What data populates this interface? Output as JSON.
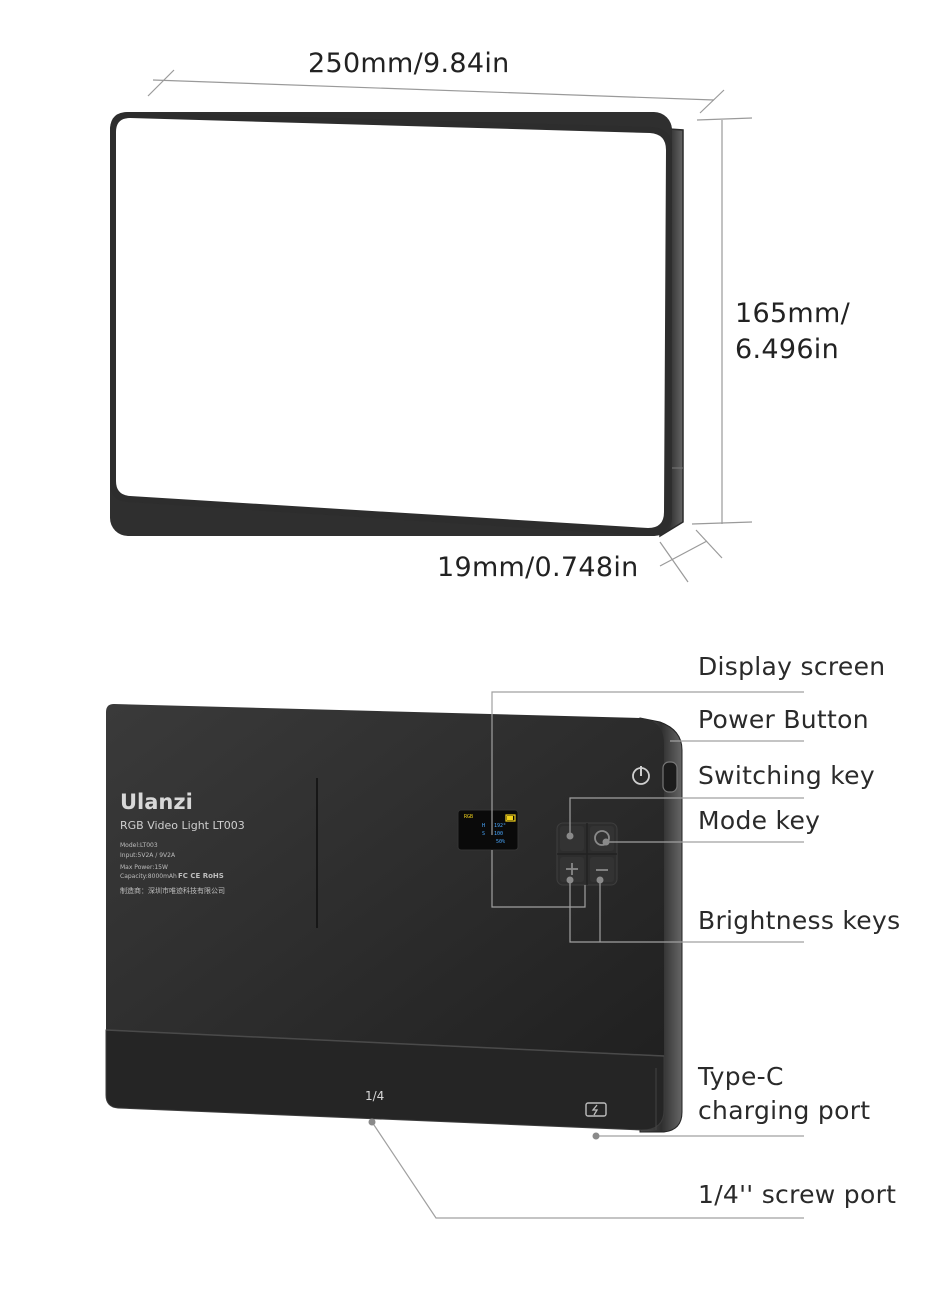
{
  "dimensions": {
    "width": "250mm/9.84in",
    "height_line1": "165mm/",
    "height_line2": "6.496in",
    "depth": "19mm/0.748in"
  },
  "device": {
    "brand": "Ulanzi",
    "model_title": "RGB Video Light LT003",
    "spec_model": "Model:LT003",
    "spec_input": "Input:5V2A / 9V2A",
    "spec_power": "Max Power:15W",
    "spec_capacity": "Capacity:8000mAh",
    "spec_certs": "FC CE RoHS",
    "spec_maker": "制造商：深圳市唯迹科技有限公司",
    "screen_mode": "RGB",
    "screen_h": "H",
    "screen_h_val": "192°",
    "screen_s": "S",
    "screen_s_val": "100",
    "screen_b_val": "50%",
    "screw_mark": "1/4"
  },
  "callouts": {
    "display_screen": "Display screen",
    "power_button": "Power Button",
    "switching_key": "Switching key",
    "mode_key": "Mode key",
    "brightness_keys": "Brightness keys",
    "typec_line1": "Type-C",
    "typec_line2": "charging port",
    "screw_port": "1/4'' screw port"
  },
  "colors": {
    "panel_body": "#2b2b2b",
    "panel_face": "#ffffff",
    "leader_line": "#9a9a9a",
    "screen_accent": "#f2d21b",
    "screen_text": "#4aa8ff"
  }
}
